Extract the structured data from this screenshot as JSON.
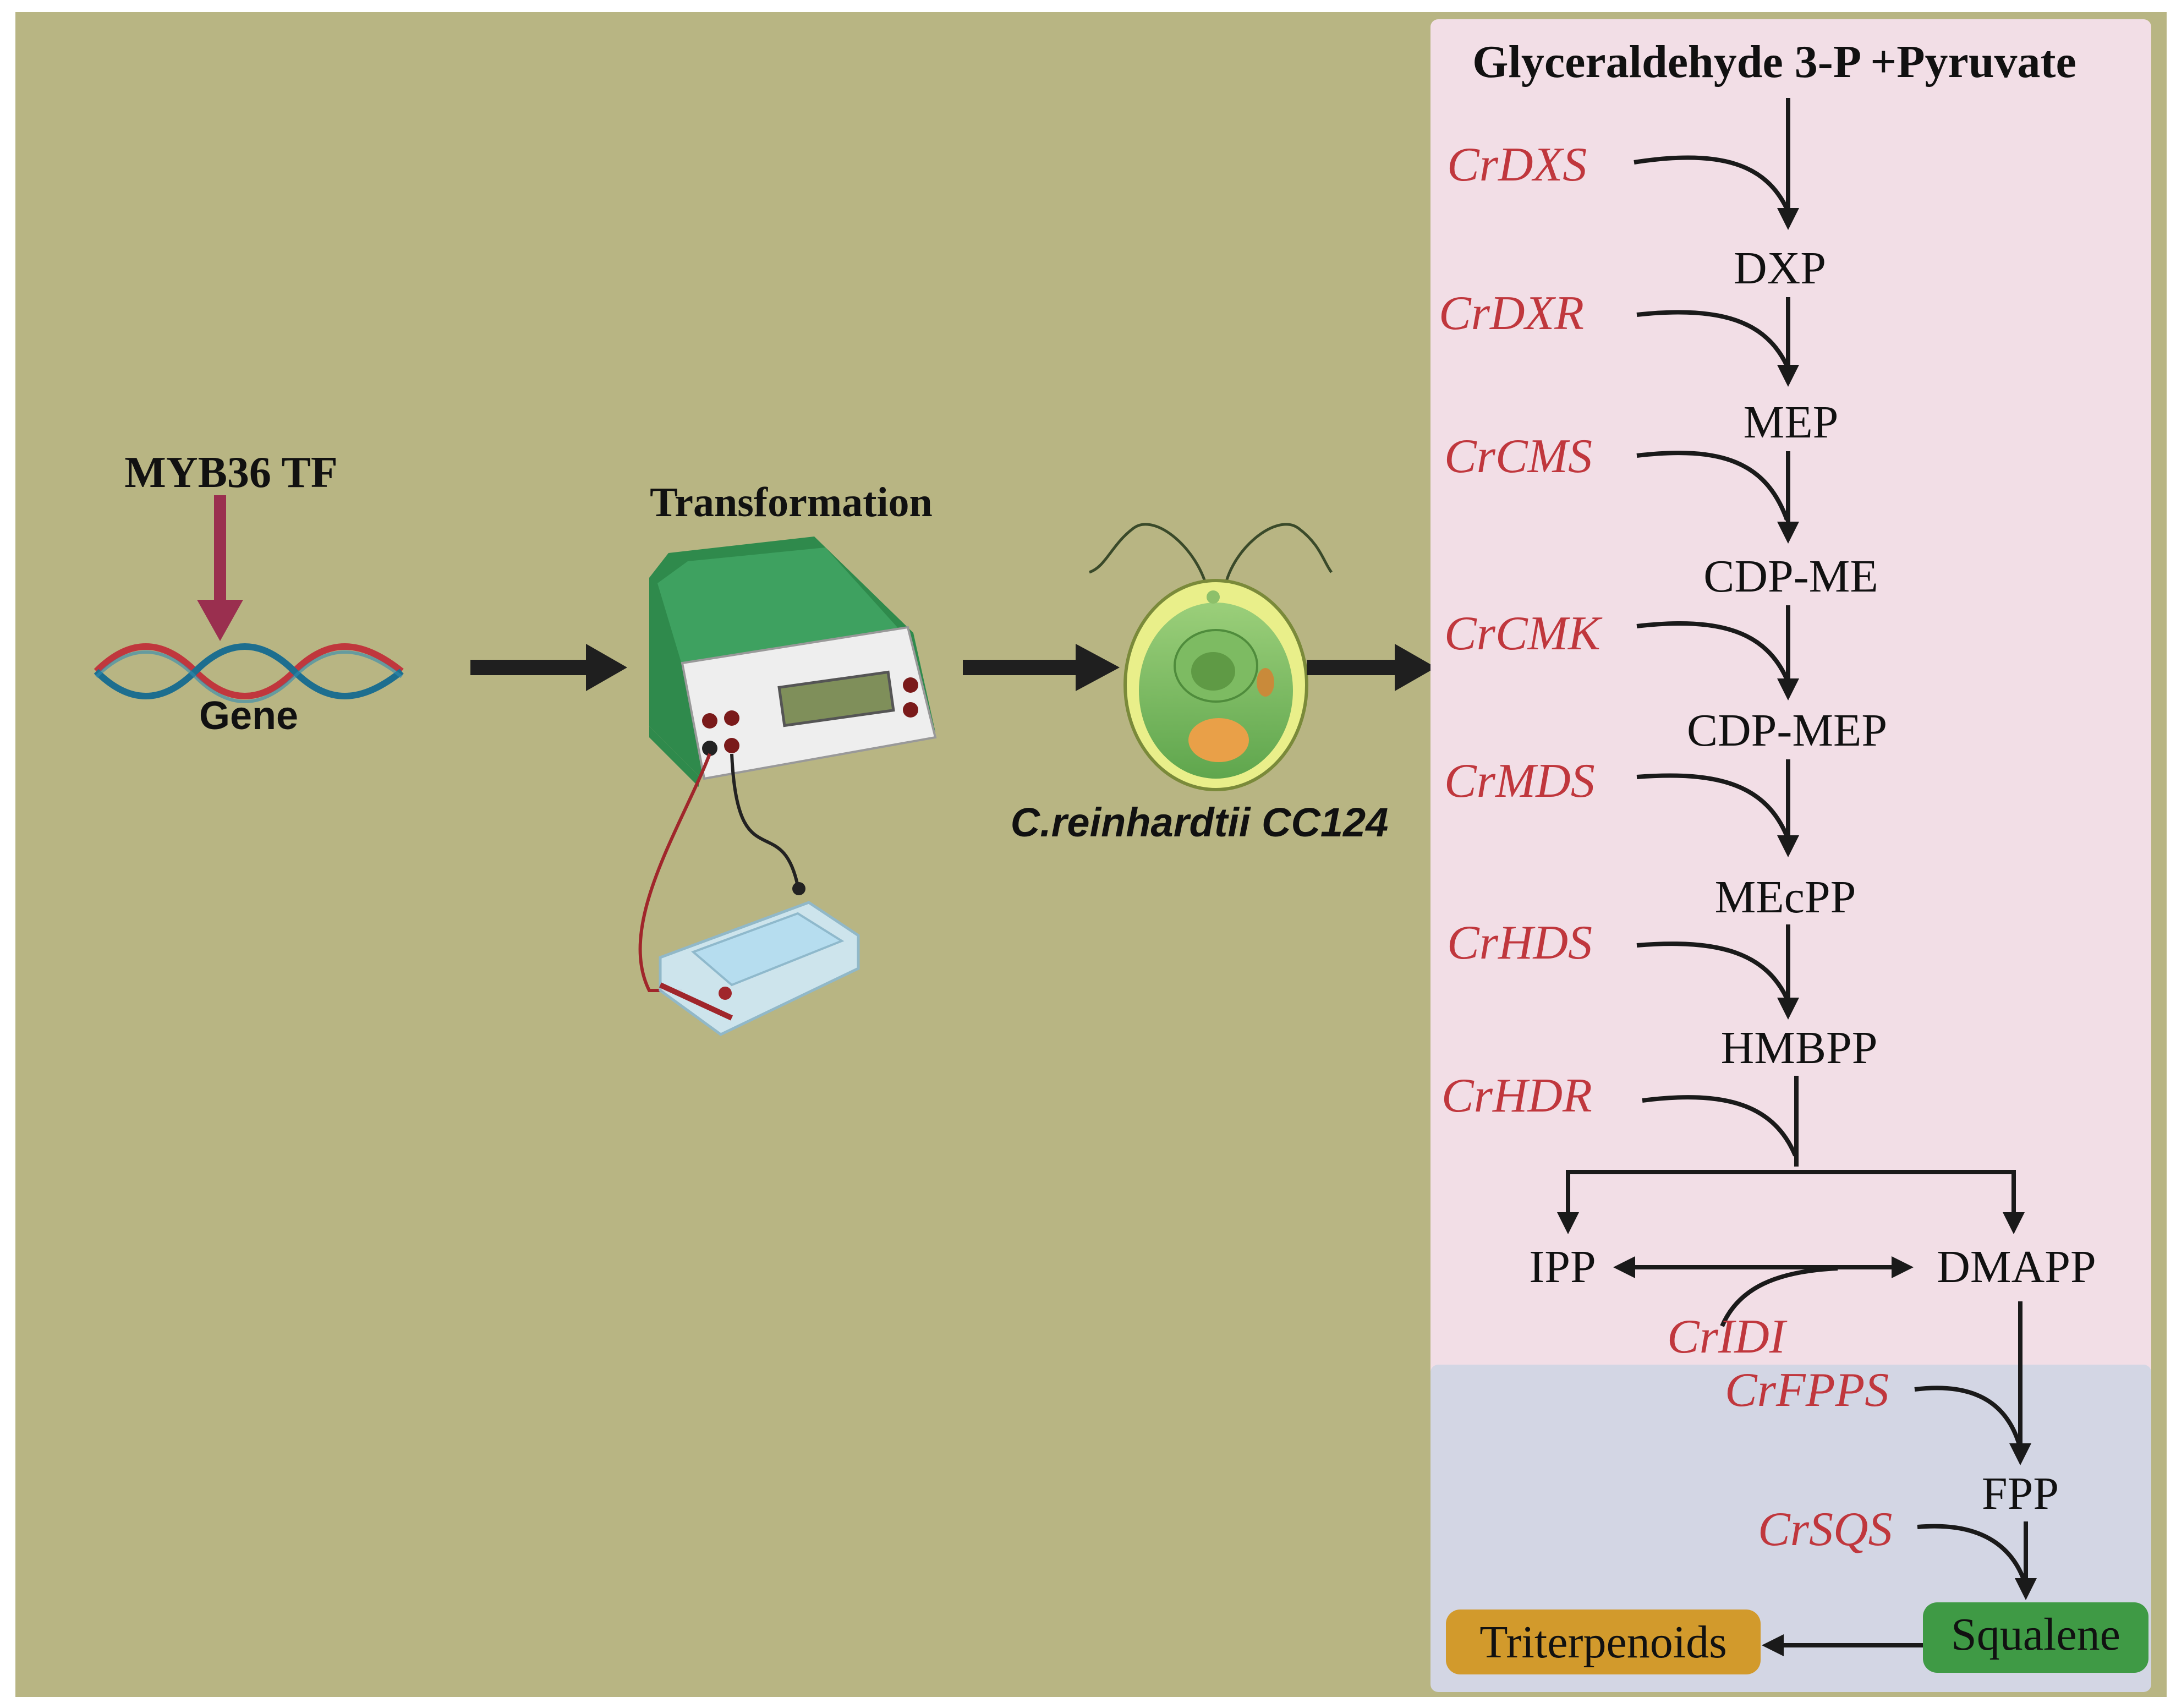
{
  "left_panel": {
    "tf_label": "MYB36 TF",
    "gene_label": "Gene",
    "transformation_label": "Transformation",
    "organism_label": "C.reinhardtii CC124"
  },
  "pathway": {
    "start_label": "Glyceraldehyde 3-P +Pyruvate",
    "metabolites": [
      "DXP",
      "MEP",
      "CDP-ME",
      "CDP-MEP",
      "MEcPP",
      "HMBPP"
    ],
    "enzymes": [
      "CrDXS",
      "CrDXR",
      "CrCMS",
      "CrCMK",
      "CrMDS",
      "CrHDS",
      "CrHDR"
    ],
    "ipp": "IPP",
    "dmapp": "DMAPP",
    "idi_enzyme": "CrIDI",
    "fpps_enzyme": "CrFPPS",
    "fpp": "FPP",
    "sqs_enzyme": "CrSQS",
    "squalene": "Squalene",
    "triterpenoids": "Triterpenoids"
  },
  "colors": {
    "background": "#b8b583",
    "mep_panel": "#f2dee6",
    "mva_panel": "#d3d6e4",
    "enzyme_text": "#c0373d",
    "tf_arrow": "#9a2f4f",
    "squalene_box": "#3f9a45",
    "triterpenoids_box": "#d29a2c"
  }
}
